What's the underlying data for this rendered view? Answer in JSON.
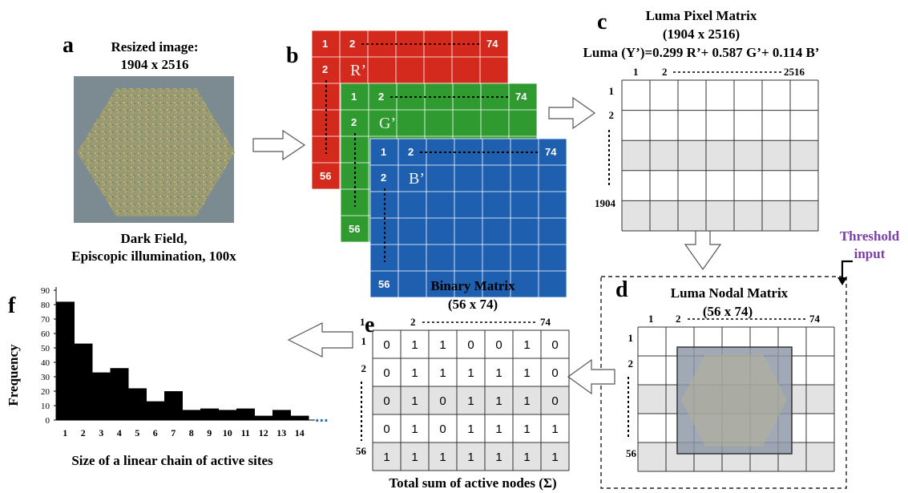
{
  "panels": {
    "a": {
      "letter": "a",
      "title_line1": "Resized image:",
      "title_line2": "1904 x 2516",
      "caption_line1": "Dark Field,",
      "caption_line2": "Episcopic illumination, 100x"
    },
    "b": {
      "letter": "b",
      "red": {
        "channel": "R’",
        "col_start": "1",
        "col_second": "2",
        "col_end": "74",
        "row_second": "2",
        "row_end": "56"
      },
      "green": {
        "channel": "G’",
        "col_start": "1",
        "col_second": "2",
        "col_end": "74",
        "row_second": "2",
        "row_end": "56"
      },
      "blue": {
        "channel": "B’",
        "col_start": "1",
        "col_second": "2",
        "col_end": "74",
        "row_second": "2",
        "row_end": "56"
      },
      "colors": {
        "red": "#d42a1e",
        "green": "#2f9a2f",
        "blue": "#1f5fb0"
      }
    },
    "c": {
      "letter": "c",
      "title_line1": "Luma Pixel Matrix",
      "title_line2": "(1904 x 2516)",
      "formula": "Luma (Y’)=0.299 R’+ 0.587 G’+ 0.114 B’",
      "col_labels": {
        "first": "1",
        "second": "2",
        "last": "2516"
      },
      "row_labels": {
        "first": "1",
        "second": "2",
        "last": "1904"
      }
    },
    "d": {
      "letter": "d",
      "title_line1": "Luma Nodal Matrix",
      "title_line2": "(56 x 74)",
      "threshold_line1": "Threshold",
      "threshold_line2": "input",
      "threshold_color": "#7a3fa8",
      "col_labels": {
        "first": "1",
        "second": "2",
        "last": "74"
      },
      "row_labels": {
        "first": "1",
        "second": "2",
        "last": "56"
      }
    },
    "e": {
      "letter": "e",
      "title_line1": "Binary Matrix",
      "title_line2": "(56 x 74)",
      "col_labels": {
        "first": "1",
        "second": "2",
        "last": "74"
      },
      "row_labels": [
        "1",
        "2",
        "",
        "",
        "56"
      ],
      "rows": [
        [
          "0",
          "1",
          "1",
          "0",
          "0",
          "1",
          "0"
        ],
        [
          "0",
          "1",
          "1",
          "1",
          "1",
          "1",
          "0"
        ],
        [
          "0",
          "1",
          "0",
          "1",
          "1",
          "1",
          "0"
        ],
        [
          "0",
          "1",
          "0",
          "1",
          "1",
          "1",
          "1"
        ],
        [
          "1",
          "1",
          "1",
          "1",
          "1",
          "1",
          "1"
        ]
      ],
      "footer": "Total sum of active nodes (Σ)"
    },
    "f": {
      "letter": "f"
    }
  },
  "chart_data": {
    "type": "bar",
    "title": "",
    "xlabel": "Size of a linear chain of active sites",
    "ylabel": "Frequency",
    "categories": [
      "1",
      "2",
      "3",
      "4",
      "5",
      "6",
      "7",
      "8",
      "9",
      "10",
      "11",
      "12",
      "13",
      "14"
    ],
    "values": [
      82,
      53,
      33,
      36,
      22,
      13,
      20,
      7,
      8,
      7,
      8,
      3,
      7,
      3
    ],
    "yticks": [
      "0",
      "10",
      "20",
      "30",
      "40",
      "50",
      "60",
      "70",
      "80",
      "90"
    ],
    "ylim": [
      0,
      90
    ],
    "continuation": "...",
    "bar_color": "#000000",
    "continuation_color": "#2a6fb0"
  }
}
